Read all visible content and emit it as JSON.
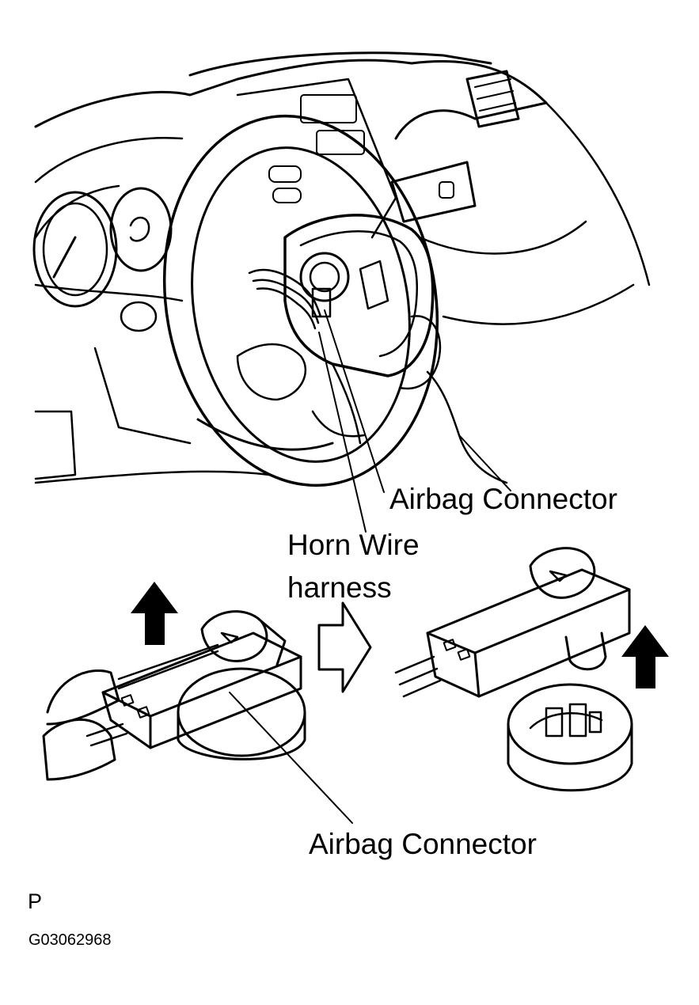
{
  "labels": {
    "airbag_connector_top": "Airbag Connector",
    "horn_wire_line1": "Horn Wire",
    "horn_wire_line2": "harness",
    "airbag_connector_bottom": "Airbag Connector",
    "page_letter": "P",
    "figure_id": "G03062968"
  },
  "arrows": {
    "lift_direction": "up",
    "step_direction": "right"
  }
}
